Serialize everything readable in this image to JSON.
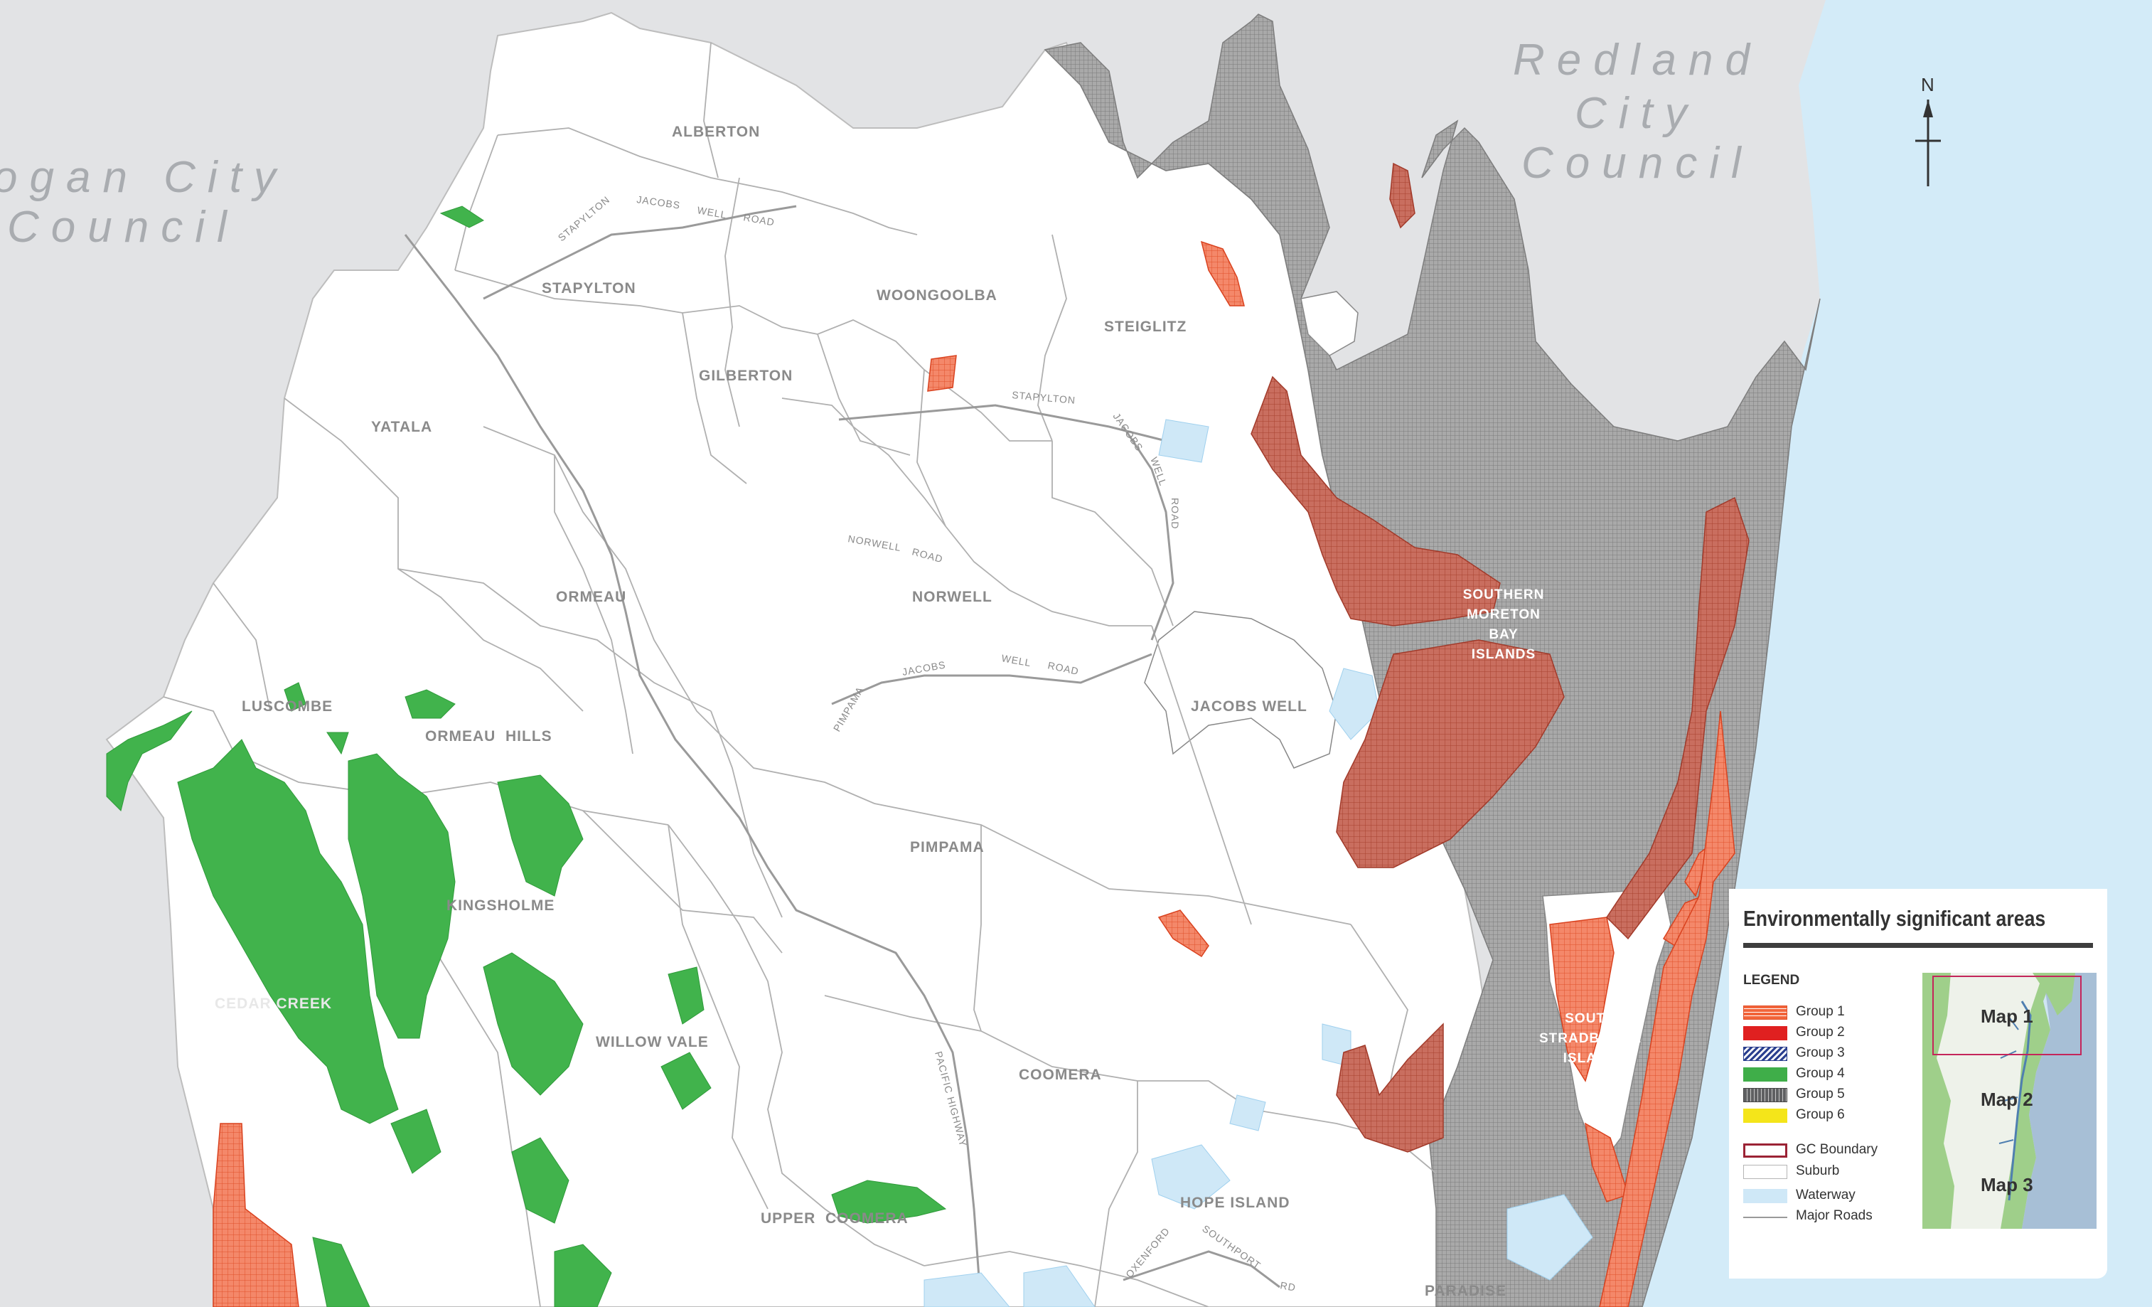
{
  "councils": {
    "logan": {
      "line1": "ogan City",
      "line2": "Council"
    },
    "redland": {
      "line1": "Redland",
      "line2": "City",
      "line3": "Council"
    }
  },
  "north_label": "N",
  "suburbs": {
    "alberton": "ALBERTON",
    "stapylton": "STAPYLTON",
    "woongoolba": "WOONGOOLBA",
    "steiglitz": "STEIGLITZ",
    "gilberton": "GILBERTON",
    "yatala": "YATALA",
    "ormeau": "ORMEAU",
    "norwell": "NORWELL",
    "luscombe": "LUSCOMBE",
    "ormeau_hills": "ORMEAU  HILLS",
    "jacobs_well": "JACOBS WELL",
    "pimpama": "PIMPAMA",
    "kingsholme": "KINGSHOLME",
    "cedar_creek": "CEDAR CREEK",
    "willow_vale": "WILLOW VALE",
    "coomera": "COOMERA",
    "upper_coomera": "UPPER  COOMERA",
    "hope_island": "HOPE ISLAND",
    "paradise": "PARADISE"
  },
  "islands": {
    "southern_moreton": [
      "SOUTHERN",
      "MORETON",
      "BAY",
      "ISLANDS"
    ],
    "south_stradbroke": [
      "SOUTH",
      "STRADBROKE",
      "ISLAND"
    ]
  },
  "roads": {
    "stapylton_jacobs_well_road": [
      "STAPYLTON",
      "JACOBS",
      "WELL",
      "ROAD"
    ],
    "stapylton": "STAPYLTON",
    "jacobs_well_road_ns": [
      "JACOBS",
      "WELL",
      "ROAD"
    ],
    "norwell_road": [
      "NORWELL",
      "ROAD"
    ],
    "pimpama_jacobs_well_road": [
      "PIMPAMA",
      "JACOBS",
      "WELL",
      "ROAD"
    ],
    "pacific_highway": "PACIFIC HIGHWAY",
    "oxenford_southport_road": [
      "OXENFORD",
      "SOUTHPORT",
      "RD"
    ]
  },
  "legend": {
    "title": "Environmentally significant areas",
    "subheading": "LEGEND",
    "groups": [
      {
        "label": "Group 1",
        "color": "#f2643a"
      },
      {
        "label": "Group 2",
        "color": "#e02020"
      },
      {
        "label": "Group 3",
        "color": "#2a3f8f"
      },
      {
        "label": "Group 4",
        "color": "#3fae49"
      },
      {
        "label": "Group 5",
        "color": "#5f6062"
      },
      {
        "label": "Group 6",
        "color": "#f4e51a"
      }
    ],
    "layers": [
      {
        "label": "GC Boundary",
        "color": "#9b2335"
      },
      {
        "label": "Suburb",
        "color": "#b5b5b5"
      },
      {
        "label": "Waterway",
        "color": "#cfe8f7"
      },
      {
        "label": "Major Roads",
        "color": "#9a9a9a"
      }
    ],
    "inset_maps": [
      "Map 1",
      "Map 2",
      "Map 3"
    ],
    "inset_highlight": "Map 1"
  }
}
